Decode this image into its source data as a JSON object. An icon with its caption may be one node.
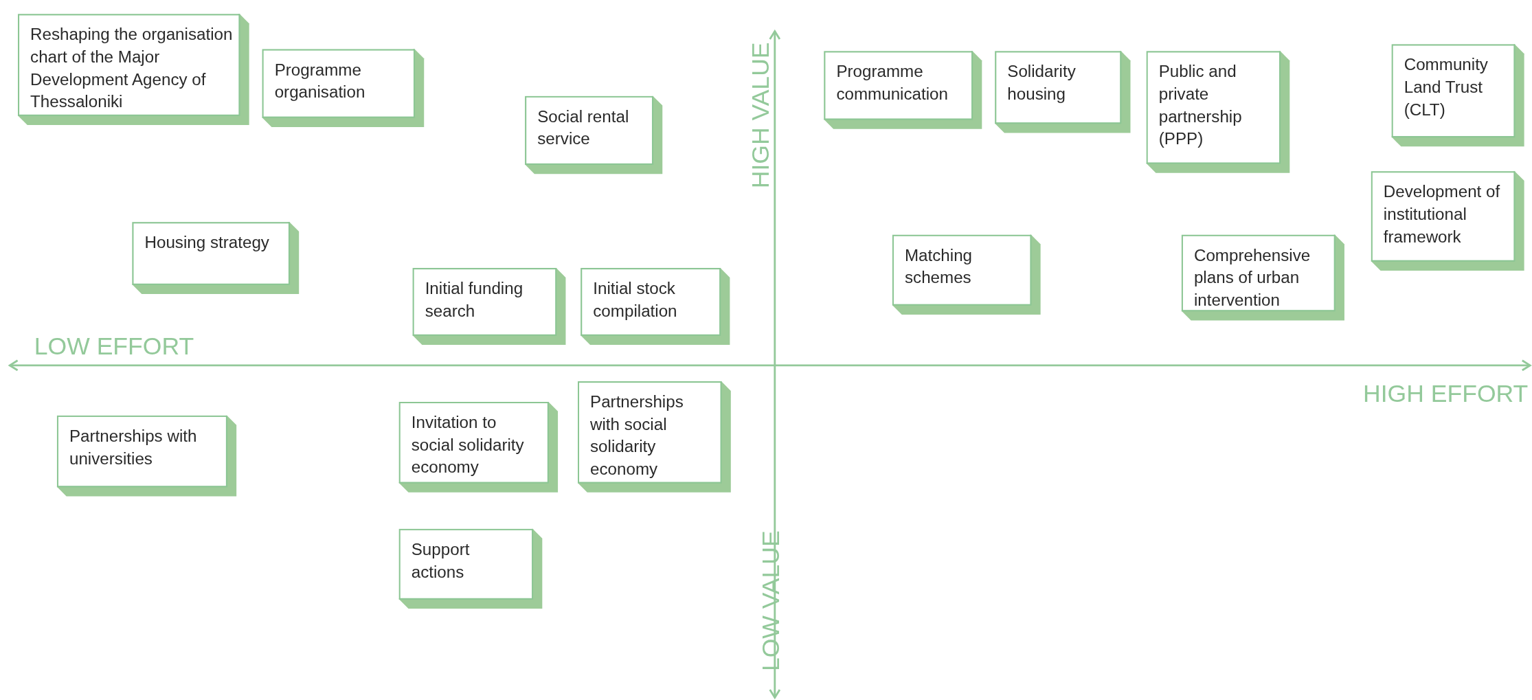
{
  "diagram": {
    "nodes": [
      {
        "text": [
          "Reshaping the organisation chart of the Major Development Agency of Thessaloniki"
        ]
      },
      {
        "text": [
          "Programme organisation"
        ]
      },
      {
        "text": [
          "Social rental service"
        ]
      },
      {
        "text": [
          "Housing strategy"
        ]
      },
      {
        "text": [
          "Initial funding search"
        ]
      },
      {
        "text": [
          "Initial stock compilation"
        ]
      },
      {
        "text": [
          "Programme communication"
        ]
      },
      {
        "text": [
          "Solidarity housing"
        ]
      },
      {
        "text": [
          "Public and private partnership (PPP)"
        ]
      },
      {
        "text": [
          "Community Land Trust (CLT)"
        ]
      },
      {
        "text": [
          "Development of institutional framework"
        ]
      },
      {
        "text": [
          "Comprehensive plans of urban intervention"
        ]
      },
      {
        "text": [
          "Matching schemes"
        ]
      },
      {
        "text": [
          "Partnerships with universities"
        ]
      },
      {
        "text": [
          "Invitation to social solidarity economy"
        ]
      },
      {
        "text": [
          "Partnerships with social solidarity economy"
        ]
      },
      {
        "text": [
          "Support actions"
        ]
      }
    ],
    "edges": [],
    "labels": [
      "HIGH VALUE",
      "LOW EFFORT",
      "HIGH EFFORT",
      "LOW VALUE"
    ]
  }
}
